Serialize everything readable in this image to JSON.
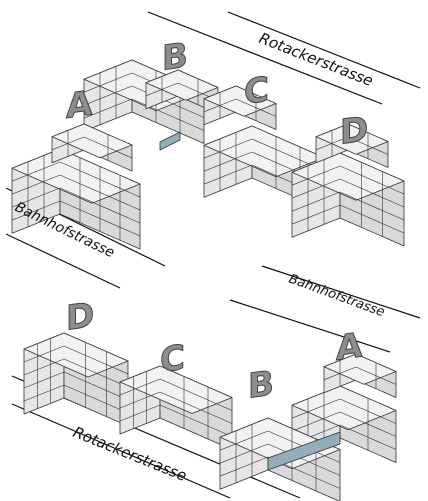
{
  "top_view": {
    "streets": {
      "upper": "Rotackerstrasse",
      "lower": "Bahnhofstrasse"
    },
    "buildings": [
      "A",
      "B",
      "C",
      "D"
    ]
  },
  "bottom_view": {
    "streets": {
      "upper": "Bahnhofstrasse",
      "lower": "Rotackerstrasse"
    },
    "buildings": [
      "D",
      "C",
      "B",
      "A"
    ]
  },
  "colors": {
    "top": "#f2f2f2",
    "left": "#e6e6e6",
    "right": "#d9d9d9",
    "line": "#333333",
    "glass": "#93aebb"
  }
}
